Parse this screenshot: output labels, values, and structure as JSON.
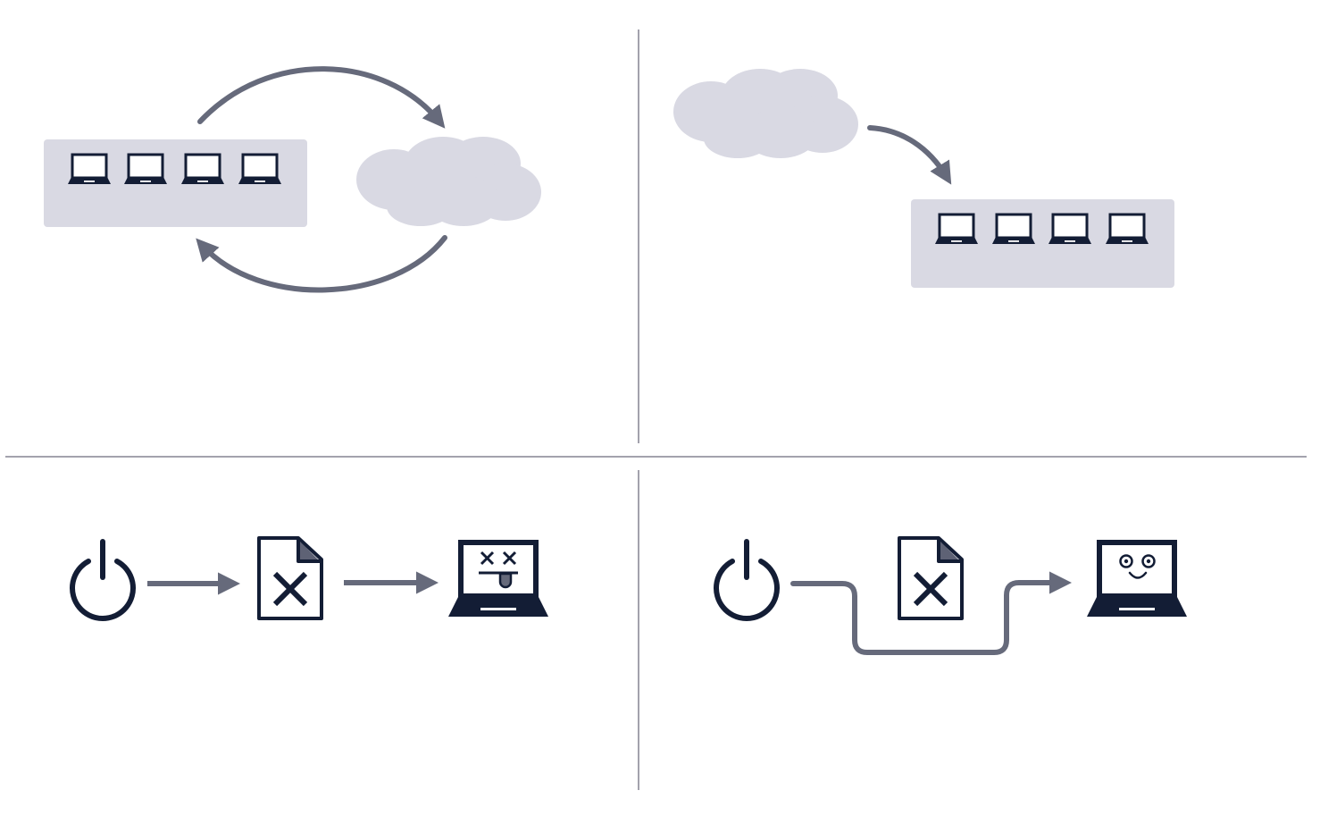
{
  "colors": {
    "background": "#ffffff",
    "divider": "#a3a2ad",
    "panel": "#d9d9e3",
    "cloud": "#d9d9e3",
    "arrow": "#666a7b",
    "icon": "#131d35",
    "icon_fill": "#ffffff",
    "file_fold": "#5e6275"
  },
  "quadrants": {
    "top_left": {
      "laptop_count": 4,
      "icons": [
        "laptop-icon",
        "cloud-icon",
        "curved-arrow-up-icon",
        "curved-arrow-down-icon"
      ]
    },
    "top_right": {
      "laptop_count": 4,
      "icons": [
        "cloud-icon",
        "curved-arrow-icon",
        "laptop-icon"
      ]
    },
    "bottom_left": {
      "steps": [
        "power-icon",
        "broken-file-icon",
        "dead-laptop-icon"
      ],
      "arrows": "straight"
    },
    "bottom_right": {
      "steps": [
        "power-icon",
        "broken-file-icon",
        "happy-laptop-icon"
      ],
      "arrows": "bypass-route"
    }
  }
}
